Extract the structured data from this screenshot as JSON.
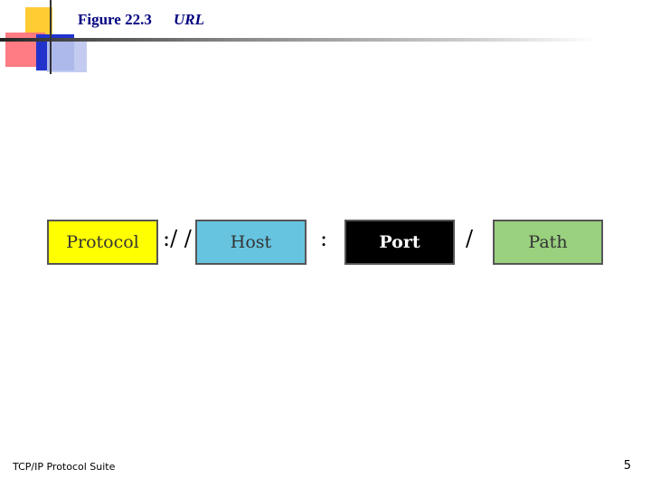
{
  "title": {
    "figure": "Figure 22.3",
    "caption": "URL"
  },
  "diagram": {
    "boxes": [
      {
        "label": "Protocol",
        "color": "#ffff00"
      },
      {
        "label": "Host",
        "color": "#66c4e0"
      },
      {
        "label": "Port",
        "color": "#000000"
      },
      {
        "label": "Path",
        "color": "#99d17f"
      }
    ],
    "separators": [
      ":/ /",
      ":",
      "/"
    ]
  },
  "footer": {
    "suite": "TCP/IP Protocol Suite",
    "page": "5"
  }
}
